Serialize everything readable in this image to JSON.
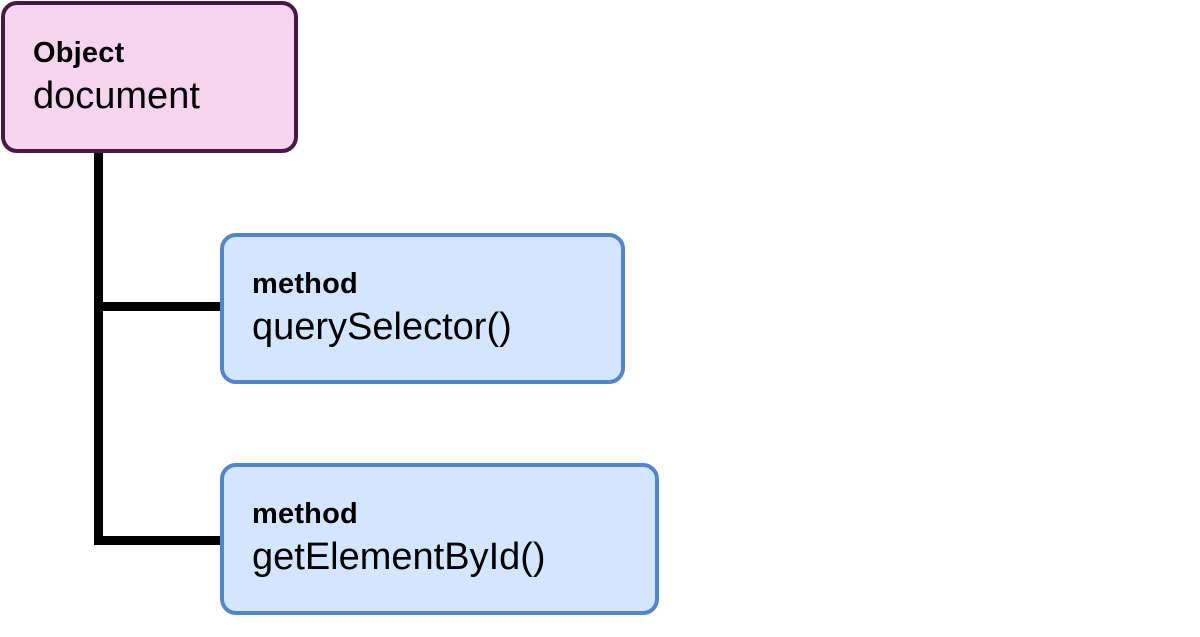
{
  "diagram": {
    "root": {
      "kind": "Object",
      "name": "document"
    },
    "children": [
      {
        "kind": "method",
        "name": "querySelector()"
      },
      {
        "kind": "method",
        "name": "getElementById()"
      }
    ]
  },
  "colors": {
    "object_fill": "#f5d4ee",
    "object_border": "#4a1847",
    "method_fill": "#d3e6fd",
    "method_border": "#5286cc",
    "connector": "#000000"
  }
}
